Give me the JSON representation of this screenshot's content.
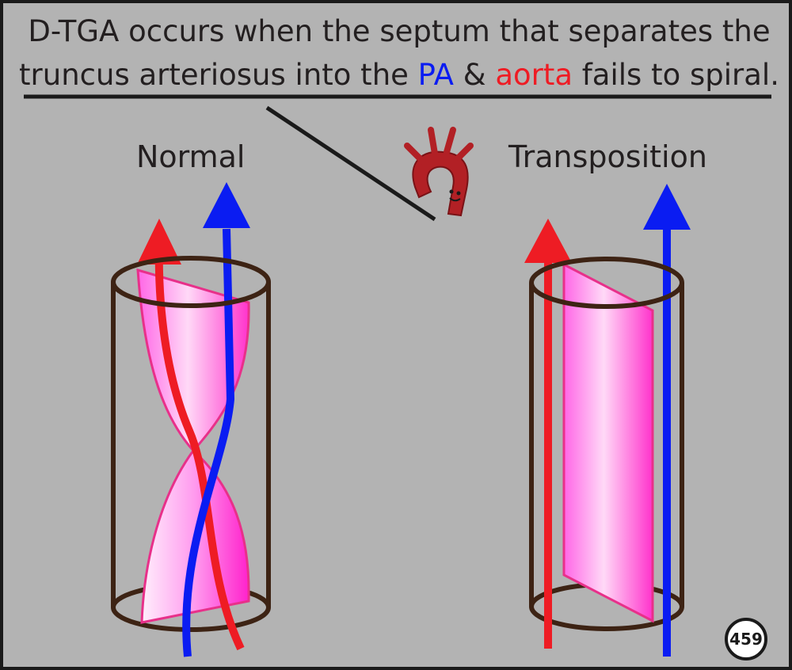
{
  "headline": {
    "line1": "D-TGA occurs when the septum that separates the",
    "line2_before": "truncus arteriosus into the ",
    "line2_pa": "PA",
    "line2_amp": " & ",
    "line2_aorta": "aorta",
    "line2_after": " fails to spiral."
  },
  "panels": {
    "normal_label": "Normal",
    "transposition_label": "Transposition"
  },
  "page_number": "459",
  "colors": {
    "background": "#b3b3b3",
    "pa": "#0a1cf2",
    "aorta": "#ee1c24",
    "septum": "#ff33cc",
    "cylinder": "#3d2314"
  },
  "icons": [
    "aortic-arch-mascot-icon"
  ]
}
